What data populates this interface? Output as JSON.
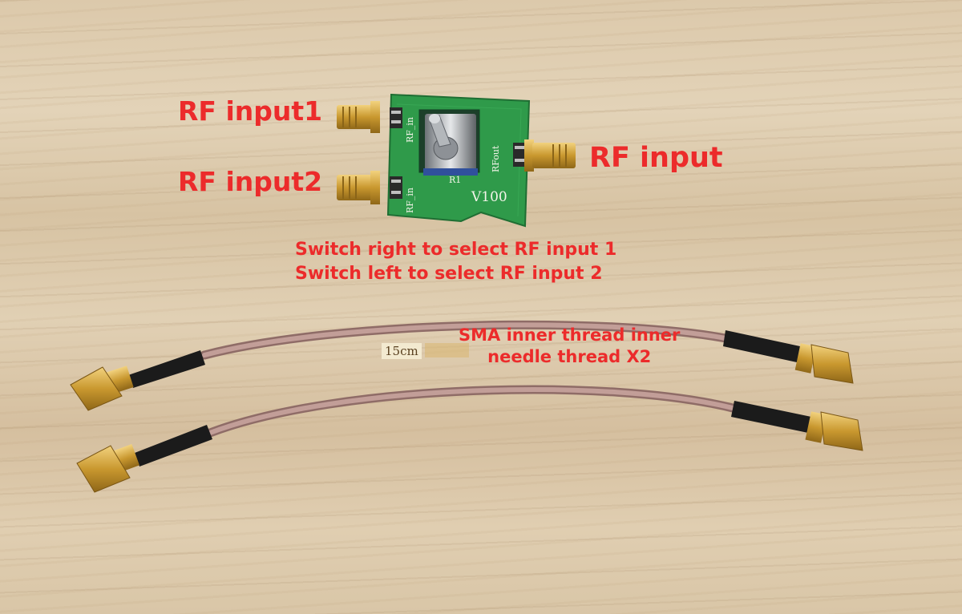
{
  "labels": {
    "rf_input1": "RF input1",
    "rf_input2": "RF input2",
    "rf_output": "RF input",
    "switch_line1": "Switch right to select RF input 1",
    "switch_line2": "Switch left to select RF input 2",
    "sma_line1": "SMA inner thread inner",
    "sma_line2": "needle thread X2"
  },
  "board_silkscreen": {
    "model": "V100",
    "resistor": "R1",
    "port_in1": "RF_in",
    "port_in2": "RF_in",
    "port_out": "RFout"
  },
  "cable_tag": "15cm",
  "colors": {
    "annotation_red": "#ec2b2b",
    "pcb_green": "#2f9a4a",
    "wood": "#dcc9ab",
    "cable": "#b5908a",
    "connector_gold": "#d6ac4e"
  }
}
